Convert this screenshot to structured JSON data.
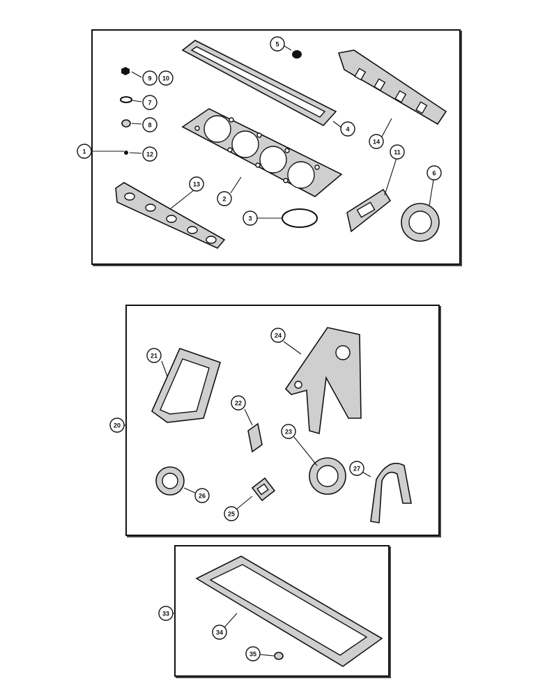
{
  "kits": [
    {
      "id": "kit-upper",
      "label": "1"
    },
    {
      "id": "kit-lower",
      "label": "20"
    },
    {
      "id": "kit-pan",
      "label": "33"
    }
  ],
  "callouts": [
    {
      "id": "c2",
      "label": "2"
    },
    {
      "id": "c3",
      "label": "3"
    },
    {
      "id": "c4",
      "label": "4"
    },
    {
      "id": "c5",
      "label": "5"
    },
    {
      "id": "c6",
      "label": "6"
    },
    {
      "id": "c7",
      "label": "7"
    },
    {
      "id": "c8",
      "label": "8"
    },
    {
      "id": "c9",
      "label": "9"
    },
    {
      "id": "c10",
      "label": "10"
    },
    {
      "id": "c11",
      "label": "11"
    },
    {
      "id": "c12",
      "label": "12"
    },
    {
      "id": "c13",
      "label": "13"
    },
    {
      "id": "c14",
      "label": "14"
    },
    {
      "id": "c21",
      "label": "21"
    },
    {
      "id": "c22",
      "label": "22"
    },
    {
      "id": "c23",
      "label": "23"
    },
    {
      "id": "c24",
      "label": "24"
    },
    {
      "id": "c25",
      "label": "25"
    },
    {
      "id": "c26",
      "label": "26"
    },
    {
      "id": "c27",
      "label": "27"
    },
    {
      "id": "c34",
      "label": "34"
    },
    {
      "id": "c35",
      "label": "35"
    }
  ]
}
